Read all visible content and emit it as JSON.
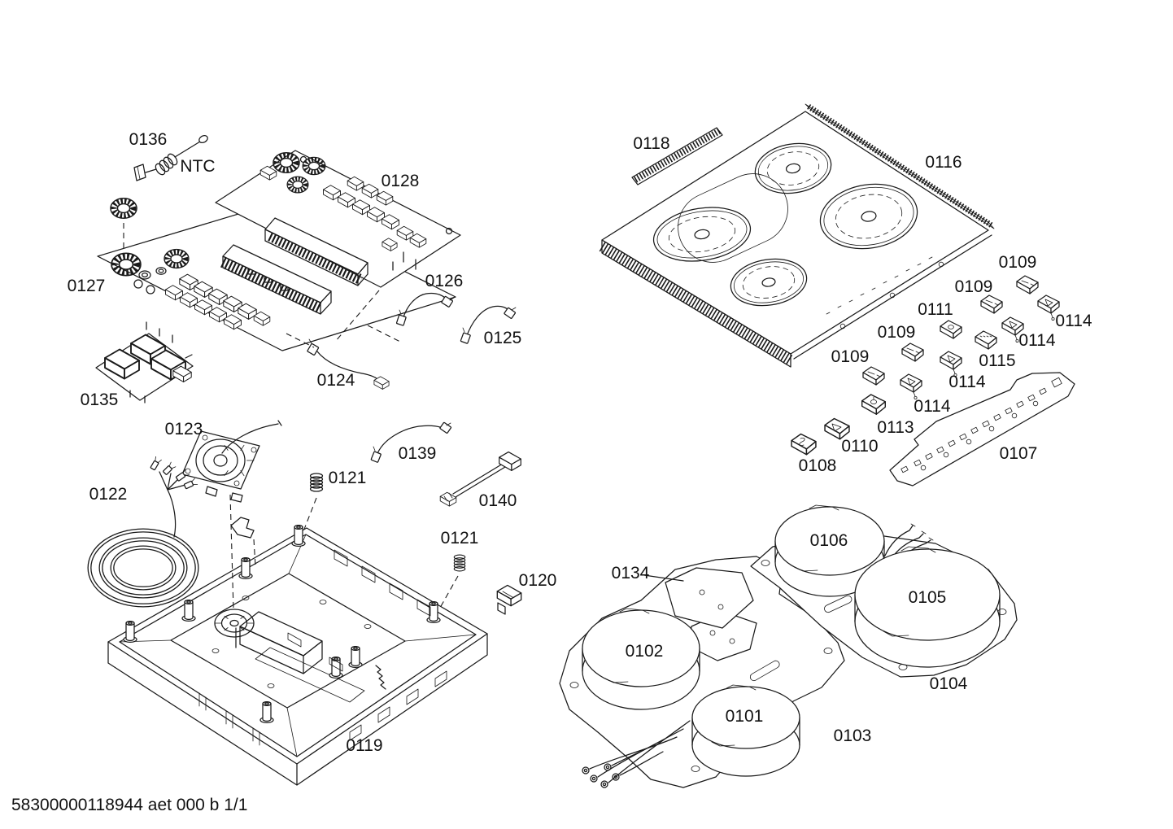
{
  "page": {
    "background": "#ffffff",
    "line_color": "#1a1a1a",
    "footer": "58300000118944 aet 000 b 1/1"
  },
  "labels": {
    "part_0136": "0136",
    "ntc": "NTC",
    "part_0128": "0128",
    "part_0127": "0127",
    "part_0126": "0126",
    "part_0125": "0125",
    "part_0124": "0124",
    "part_0135": "0135",
    "part_0123": "0123",
    "part_0139": "0139",
    "part_0121_a": "0121",
    "part_0122": "0122",
    "part_0140": "0140",
    "part_0121_b": "0121",
    "part_0120": "0120",
    "part_0119": "0119",
    "part_0118": "0118",
    "part_0116": "0116",
    "part_0109_a": "0109",
    "part_0109_b": "0109",
    "part_0111": "0111",
    "part_0114_a": "0114",
    "part_0109_c": "0109",
    "part_0114_b": "0114",
    "part_0109_d": "0109",
    "part_0115": "0115",
    "part_0114_c": "0114",
    "part_0114_d": "0114",
    "part_0113": "0113",
    "part_0110": "0110",
    "part_0108": "0108",
    "part_0107": "0107",
    "part_0106": "0106",
    "part_0134": "0134",
    "part_0105": "0105",
    "part_0102": "0102",
    "part_0104": "0104",
    "part_0101": "0101",
    "part_0103": "0103"
  }
}
